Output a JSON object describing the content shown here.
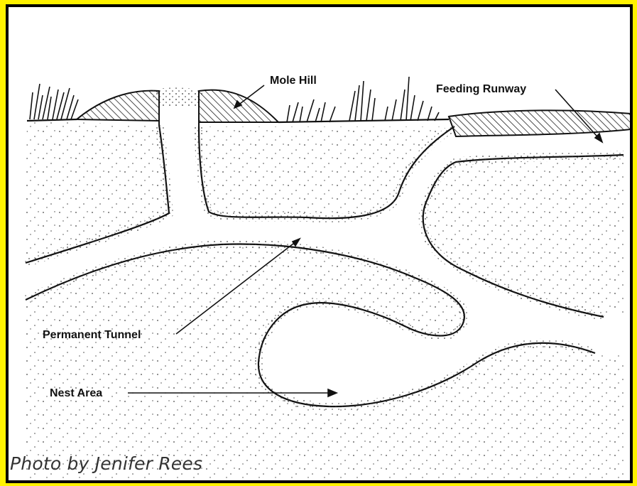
{
  "diagram": {
    "labels": {
      "mole_hill": "Mole Hill",
      "feeding_runway": "Feeding Runway",
      "permanent_tunnel": "Permanent Tunnel",
      "nest_area": "Nest Area"
    }
  },
  "caption": "Photo by Jenifer Rees"
}
